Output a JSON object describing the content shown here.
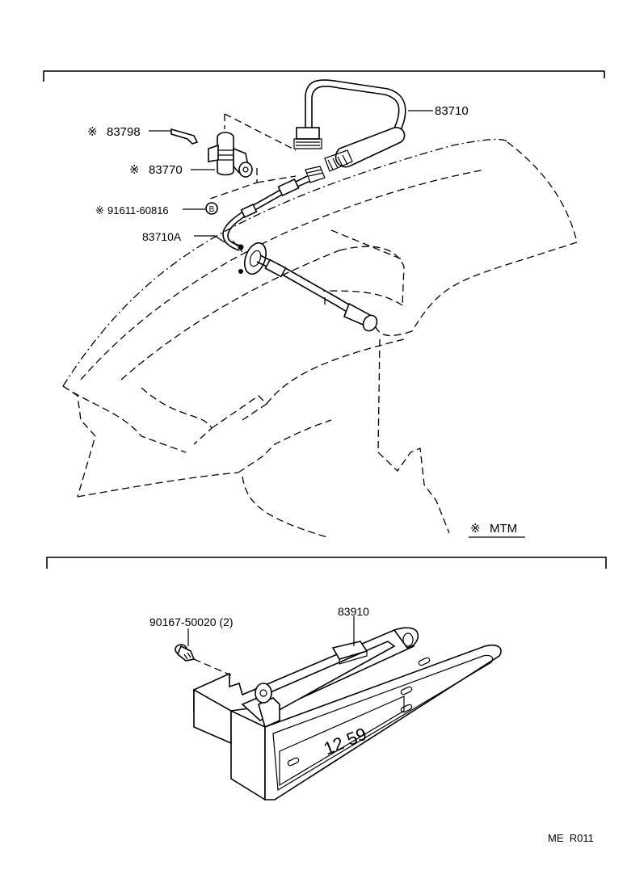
{
  "upper_section": {
    "callouts": [
      {
        "prefix": "※",
        "text": "83798"
      },
      {
        "prefix": "※",
        "text": "83770"
      },
      {
        "prefix": "※",
        "text": "91611-60816"
      },
      {
        "prefix": "",
        "text": "83710A"
      },
      {
        "prefix": "",
        "text": "83710"
      }
    ],
    "washer_glyph": "B",
    "variant_note": {
      "prefix": "※",
      "text": "MTM"
    }
  },
  "lower_section": {
    "callouts": [
      {
        "text": "90167-50020 (2)"
      },
      {
        "text": "83910"
      }
    ],
    "clock_display": "12 59"
  },
  "footer": {
    "code": "ME  R011"
  }
}
